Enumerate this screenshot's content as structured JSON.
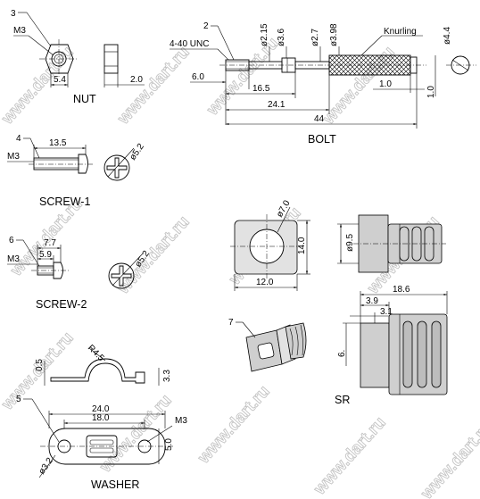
{
  "watermark": "www.dart.ru",
  "nut": {
    "title": "NUT",
    "callout": "3",
    "thread": "M3",
    "dim_width": "5.4",
    "dim_thickness": "2.0"
  },
  "bolt": {
    "title": "BOLT",
    "callout": "2",
    "thread": "4-40 UNC",
    "knurling": "Knurling",
    "dia_215": "ø2.15",
    "dia_36": "ø3.6",
    "dia_27": "ø2.7",
    "dia_398": "ø3.98",
    "dia_44": "ø4.4",
    "len_6": "6.0",
    "len_165": "16.5",
    "len_241": "24.1",
    "len_44": "44",
    "len_1a": "1.0",
    "len_1b": "1.0"
  },
  "screw1": {
    "title": "SCREW-1",
    "callout": "4",
    "thread": "M3",
    "length": "13.5",
    "head_dia": "ø5.2"
  },
  "screw2": {
    "title": "SCREW-2",
    "callout": "6",
    "thread": "M3",
    "len_77": "7.7",
    "len_59": "5.9",
    "head_dia": "ø5.2"
  },
  "washer": {
    "title": "WASHER",
    "callout": "5",
    "thread": "M3",
    "radius": "R4.5",
    "thick": "0.5",
    "height": "3.3",
    "len_24": "24.0",
    "len_18": "18.0",
    "dim_5": "5.0",
    "hole_dia": "ø3.2"
  },
  "sr": {
    "title": "SR",
    "callout": "7",
    "dia_7": "ø7.0",
    "dim_14": "14.0",
    "dim_12": "12.0",
    "dia_95": "ø9.5",
    "len_186": "18.6",
    "len_39": "3.9",
    "len_31": "3.1",
    "dim_6": "6."
  }
}
